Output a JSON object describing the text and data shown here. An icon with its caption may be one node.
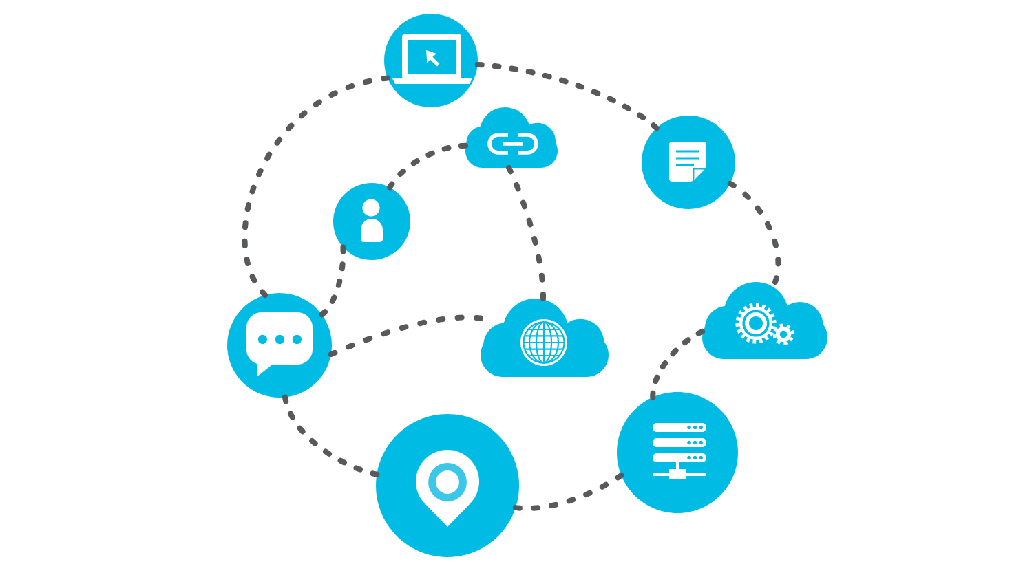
{
  "diagram": {
    "nodes": [
      {
        "text": [],
        "shape": "circle"
      },
      {
        "text": [],
        "shape": "cloud"
      },
      {
        "text": [],
        "shape": "circle"
      },
      {
        "text": [],
        "shape": "circle"
      },
      {
        "text": [],
        "shape": "cloud"
      },
      {
        "text": [],
        "shape": "circle"
      },
      {
        "text": [],
        "shape": "cloud"
      },
      {
        "text": [],
        "shape": "circle"
      },
      {
        "text": [],
        "shape": "circle"
      }
    ],
    "edges": [
      {
        "from": 0,
        "to": 2,
        "arrow": "none"
      },
      {
        "from": 0,
        "to": 5,
        "arrow": "none"
      },
      {
        "from": 2,
        "to": 4,
        "arrow": "none"
      },
      {
        "from": 4,
        "to": 7,
        "arrow": "none"
      },
      {
        "from": 7,
        "to": 8,
        "arrow": "none"
      },
      {
        "from": 8,
        "to": 5,
        "arrow": "none"
      },
      {
        "from": 5,
        "to": 3,
        "arrow": "none"
      },
      {
        "from": 3,
        "to": 1,
        "arrow": "none"
      },
      {
        "from": 1,
        "to": 6,
        "arrow": "none"
      },
      {
        "from": 5,
        "to": 6,
        "arrow": "none"
      }
    ]
  }
}
